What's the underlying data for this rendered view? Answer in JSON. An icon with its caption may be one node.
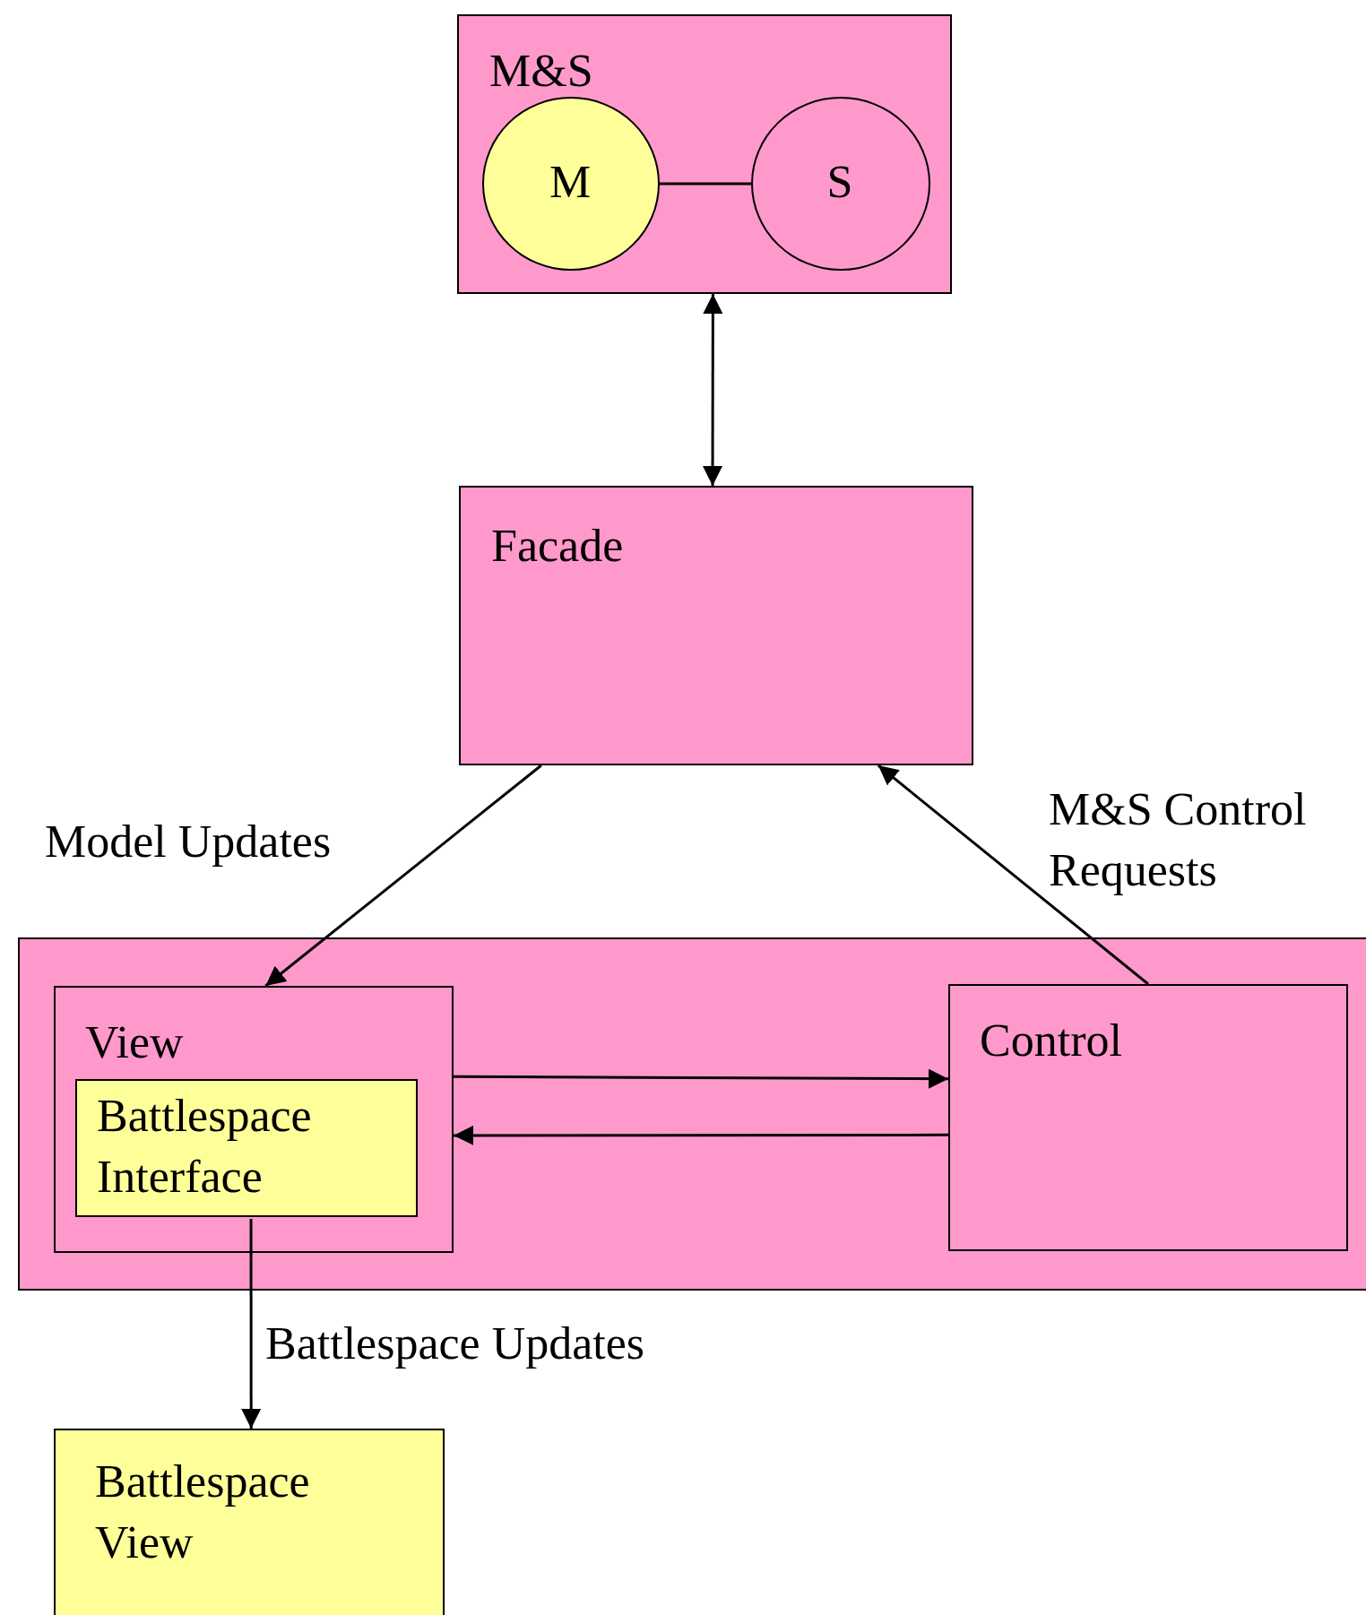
{
  "diagram": {
    "nodes": [
      {
        "text": [
          "M&S"
        ]
      },
      {
        "text": [
          "M"
        ],
        "in": 0
      },
      {
        "text": [
          "S"
        ],
        "in": 0
      },
      {
        "text": [
          "Facade"
        ]
      },
      {
        "text": [],
        "shape": "box"
      },
      {
        "text": [
          "View"
        ],
        "in": 4
      },
      {
        "text": [
          "Battlespace Interface"
        ],
        "in": 5
      },
      {
        "text": [
          "Control"
        ],
        "in": 4
      },
      {
        "text": [
          "Battlespace View"
        ]
      }
    ],
    "edges": [
      {
        "from": 1,
        "to": 2,
        "arrow": "none"
      },
      {
        "from": 0,
        "to": 3,
        "arrow": "both"
      },
      {
        "from": 3,
        "to": 5,
        "arrow": "to",
        "label": "Model Updates"
      },
      {
        "from": 7,
        "to": 3,
        "arrow": "to",
        "label": "M&S Control Requests"
      },
      {
        "from": 5,
        "to": 7,
        "arrow": "to"
      },
      {
        "from": 7,
        "to": 5,
        "arrow": "to"
      },
      {
        "from": 6,
        "to": 8,
        "arrow": "to",
        "label": "Battlespace Updates"
      }
    ]
  }
}
